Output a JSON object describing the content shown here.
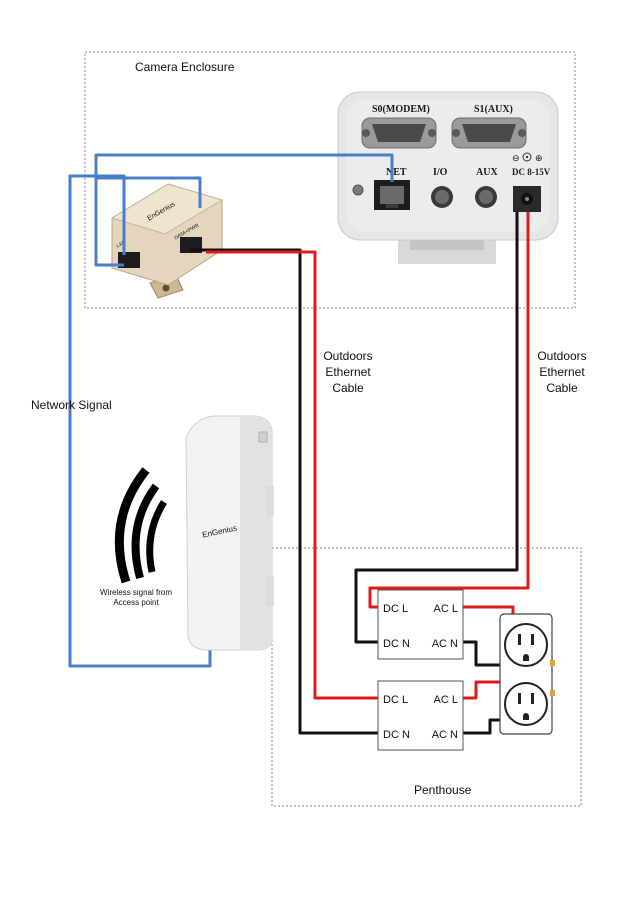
{
  "labels": {
    "camera_enclosure": "Camera Enclosure",
    "network_signal": "Network Signal",
    "outdoors_cable_left": [
      "Outdoors",
      "Ethernet",
      "Cable"
    ],
    "outdoors_cable_right": [
      "Outdoors",
      "Ethernet",
      "Cable"
    ],
    "wireless_signal": [
      "Wireless signal from",
      "Access point"
    ],
    "penthouse": "Penthouse"
  },
  "camera_ports": {
    "s0": "S0(MODEM)",
    "s1": "S1(AUX)",
    "net": "NET",
    "io": "I/O",
    "aux": "AUX",
    "dc": "DC 8-15V"
  },
  "poe_injector": {
    "brand": "EnGenius",
    "port_left": "LAN",
    "port_right": "DATA+PWR"
  },
  "access_point": {
    "brand": "EnGenius"
  },
  "power_supplies": [
    {
      "dc_l": "DC L",
      "dc_n": "DC N",
      "ac_l": "AC L",
      "ac_n": "AC N"
    },
    {
      "dc_l": "DC L",
      "dc_n": "DC N",
      "ac_l": "AC L",
      "ac_n": "AC N"
    }
  ],
  "wire_colors": {
    "network": "#4a7ec9",
    "positive": "#e01b1b",
    "negative": "#111111",
    "enclosure_border": "#8a8a8a"
  }
}
